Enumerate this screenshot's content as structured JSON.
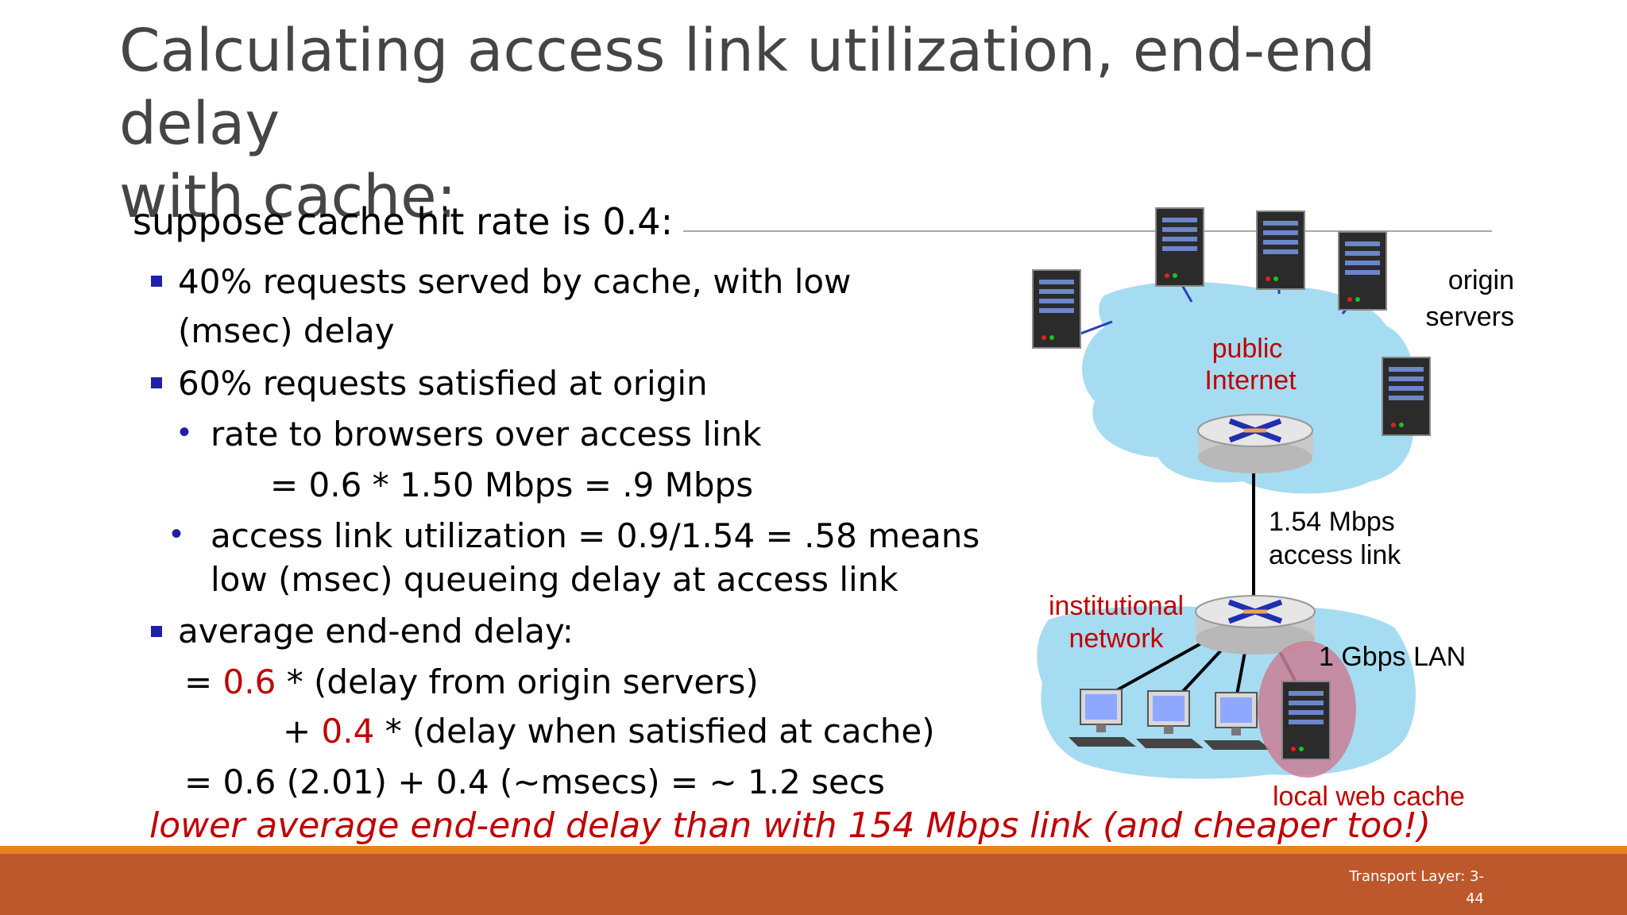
{
  "slide": {
    "title_line1": "Calculating access link utilization, end-end delay",
    "title_line2": "with cache:",
    "intro": "suppose cache hit rate is 0.4:",
    "bullet1_line1": "40% requests served by cache, with low",
    "bullet1_line2": "(msec) delay",
    "bullet2": "60% requests satisfied at origin",
    "sub1_line1": "rate to browsers over access link",
    "sub1_line2": "= 0.6 * 1.50 Mbps  =  .9 Mbps",
    "sub2_line1": "access link utilization = 0.9/1.54 = .58 means",
    "sub2_line2": "low (msec) queueing delay at access link",
    "bullet3": "average end-end delay:",
    "eq1_prefix": "= ",
    "eq1_coef": "0.6",
    "eq1_rest": " * (delay from origin servers)",
    "eq2_prefix": "+ ",
    "eq2_coef": "0.4",
    "eq2_rest": " * (delay when satisfied at cache)",
    "eq3": "= 0.6 (2.01) + 0.4 (~msecs) = ~ 1.2 secs",
    "conclusion": "lower average end-end delay than with 154 Mbps link (and cheaper too!)",
    "footer_line1": "Transport Layer: 3-",
    "footer_line2": "44"
  },
  "diagram": {
    "origin_servers_line1": "origin",
    "origin_servers_line2": "servers",
    "public_internet_line1": "public",
    "public_internet_line2": "Internet",
    "access_link_line1": "1.54 Mbps",
    "access_link_line2": "access link",
    "institutional_line1": "institutional",
    "institutional_line2": "network",
    "lan_label": "1 Gbps LAN",
    "cache_label": "local web cache"
  },
  "colors": {
    "title": "#454545",
    "accent_red": "#c00000",
    "bullet_blue": "#1f1fa8",
    "cloud": "#a6dcf2",
    "band_orange": "#bd582c"
  }
}
